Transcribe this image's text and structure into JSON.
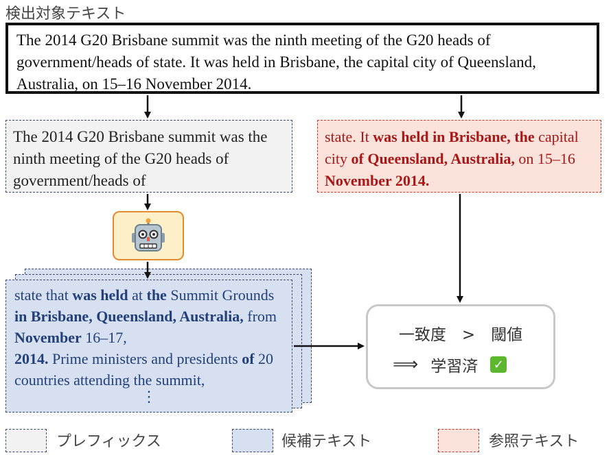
{
  "top_label": "検出対象テキスト",
  "source_text": "The 2014 G20 Brisbane summit was the ninth meeting of the G20 heads of government/heads of state. It was held in Brisbane, the capital city of Queensland, Australia, on 15–16 November 2014.",
  "prefix_text": "The 2014 G20 Brisbane summit was the ninth meeting of the G20 heads of government/heads of",
  "reference": {
    "s1": "state. It ",
    "b1": "was held in Brisbane, the",
    "s2": " capital city ",
    "b2": "of Queensland, Australia,",
    "s3": " on 15–16 ",
    "b3": "November 2014."
  },
  "model_icon": "robot-icon",
  "candidate": {
    "s1": "state that ",
    "b1": "was held",
    "s2": " at ",
    "b2": "the",
    "s3": " Summit Grounds ",
    "b3": "in Brisbane, Queensland, Australia,",
    "s4": " from ",
    "b4": "November",
    "s5": " 16–17, ",
    "b5": "2014.",
    "s6": " Prime ministers and presidents ",
    "b6": "of",
    "s7": " 20 countries attending the summit,",
    "ellipsis": "⋮"
  },
  "decision": {
    "line1": "一致度　>　閾値",
    "implies": "⟹",
    "result": "学習済",
    "check": "✓"
  },
  "legend": {
    "prefix": "プレフィックス",
    "candidate": "候補テキスト",
    "reference": "参照テキスト"
  },
  "colors": {
    "prefix_fill": "#f2f2f2",
    "candidate_fill": "#d6e0f1",
    "reference_fill": "#fbe3db",
    "reference_text": "#a81818",
    "candidate_text": "#24407a",
    "robot_box_fill": "#fdefc8",
    "robot_box_border": "#e58a2e",
    "check_green": "#5cb72e"
  }
}
